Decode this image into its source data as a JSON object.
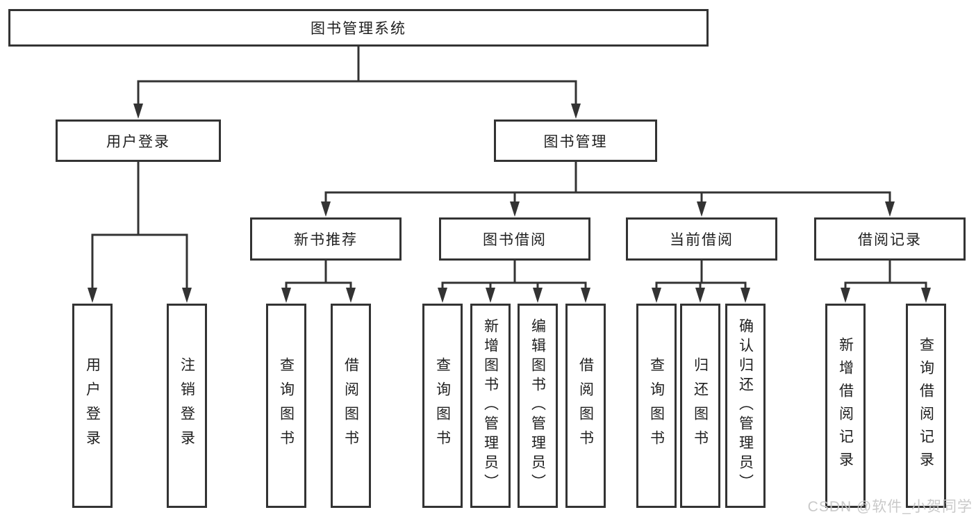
{
  "diagram_title": "图书管理系统",
  "tree": {
    "label": "图书管理系统",
    "children": [
      {
        "label": "用户登录",
        "children": [
          {
            "label": "用户登录"
          },
          {
            "label": "注销登录"
          }
        ]
      },
      {
        "label": "图书管理",
        "children": [
          {
            "label": "新书推荐",
            "children": [
              {
                "label": "查询图书"
              },
              {
                "label": "借阅图书"
              }
            ]
          },
          {
            "label": "图书借阅",
            "children": [
              {
                "label": "查询图书"
              },
              {
                "label": "新增图书（管理员）"
              },
              {
                "label": "编辑图书（管理员）"
              },
              {
                "label": "借阅图书"
              }
            ]
          },
          {
            "label": "当前借阅",
            "children": [
              {
                "label": "查询图书"
              },
              {
                "label": "归还图书"
              },
              {
                "label": "确认归还（管理员）"
              }
            ]
          },
          {
            "label": "借阅记录",
            "children": [
              {
                "label": "新增借阅记录"
              },
              {
                "label": "查询借阅记录"
              }
            ]
          }
        ]
      }
    ]
  },
  "watermark": {
    "text": "CSDN @软件_小贺同学"
  },
  "colors": {
    "line": "#333333",
    "box_border": "#333333",
    "box_fill": "#ffffff",
    "text": "#1f1f1f",
    "watermark": "#c6c6c6",
    "background": "#ffffff"
  }
}
